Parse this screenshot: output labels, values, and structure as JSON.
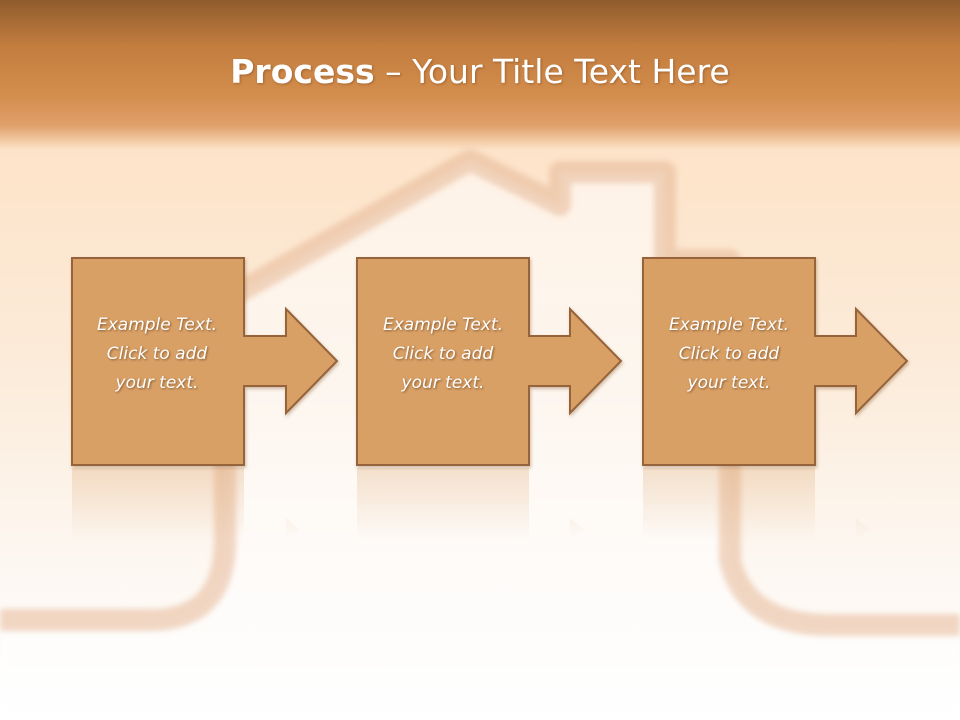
{
  "title": {
    "bold": "Process",
    "rest": " – Your Title Text Here"
  },
  "steps": [
    {
      "line1": "Example Text.",
      "line2": "Click  to add",
      "line3": "your text."
    },
    {
      "line1": "Example Text.",
      "line2": "Click  to add",
      "line3": "your text."
    },
    {
      "line1": "Example Text.",
      "line2": "Click  to add",
      "line3": "your text."
    }
  ],
  "colors": {
    "header_dark": "#8f5c2c",
    "header_mid": "#d38d4c",
    "box_fill": "#d9a066",
    "box_border": "#96643a",
    "house_outline": "#e6b896"
  }
}
